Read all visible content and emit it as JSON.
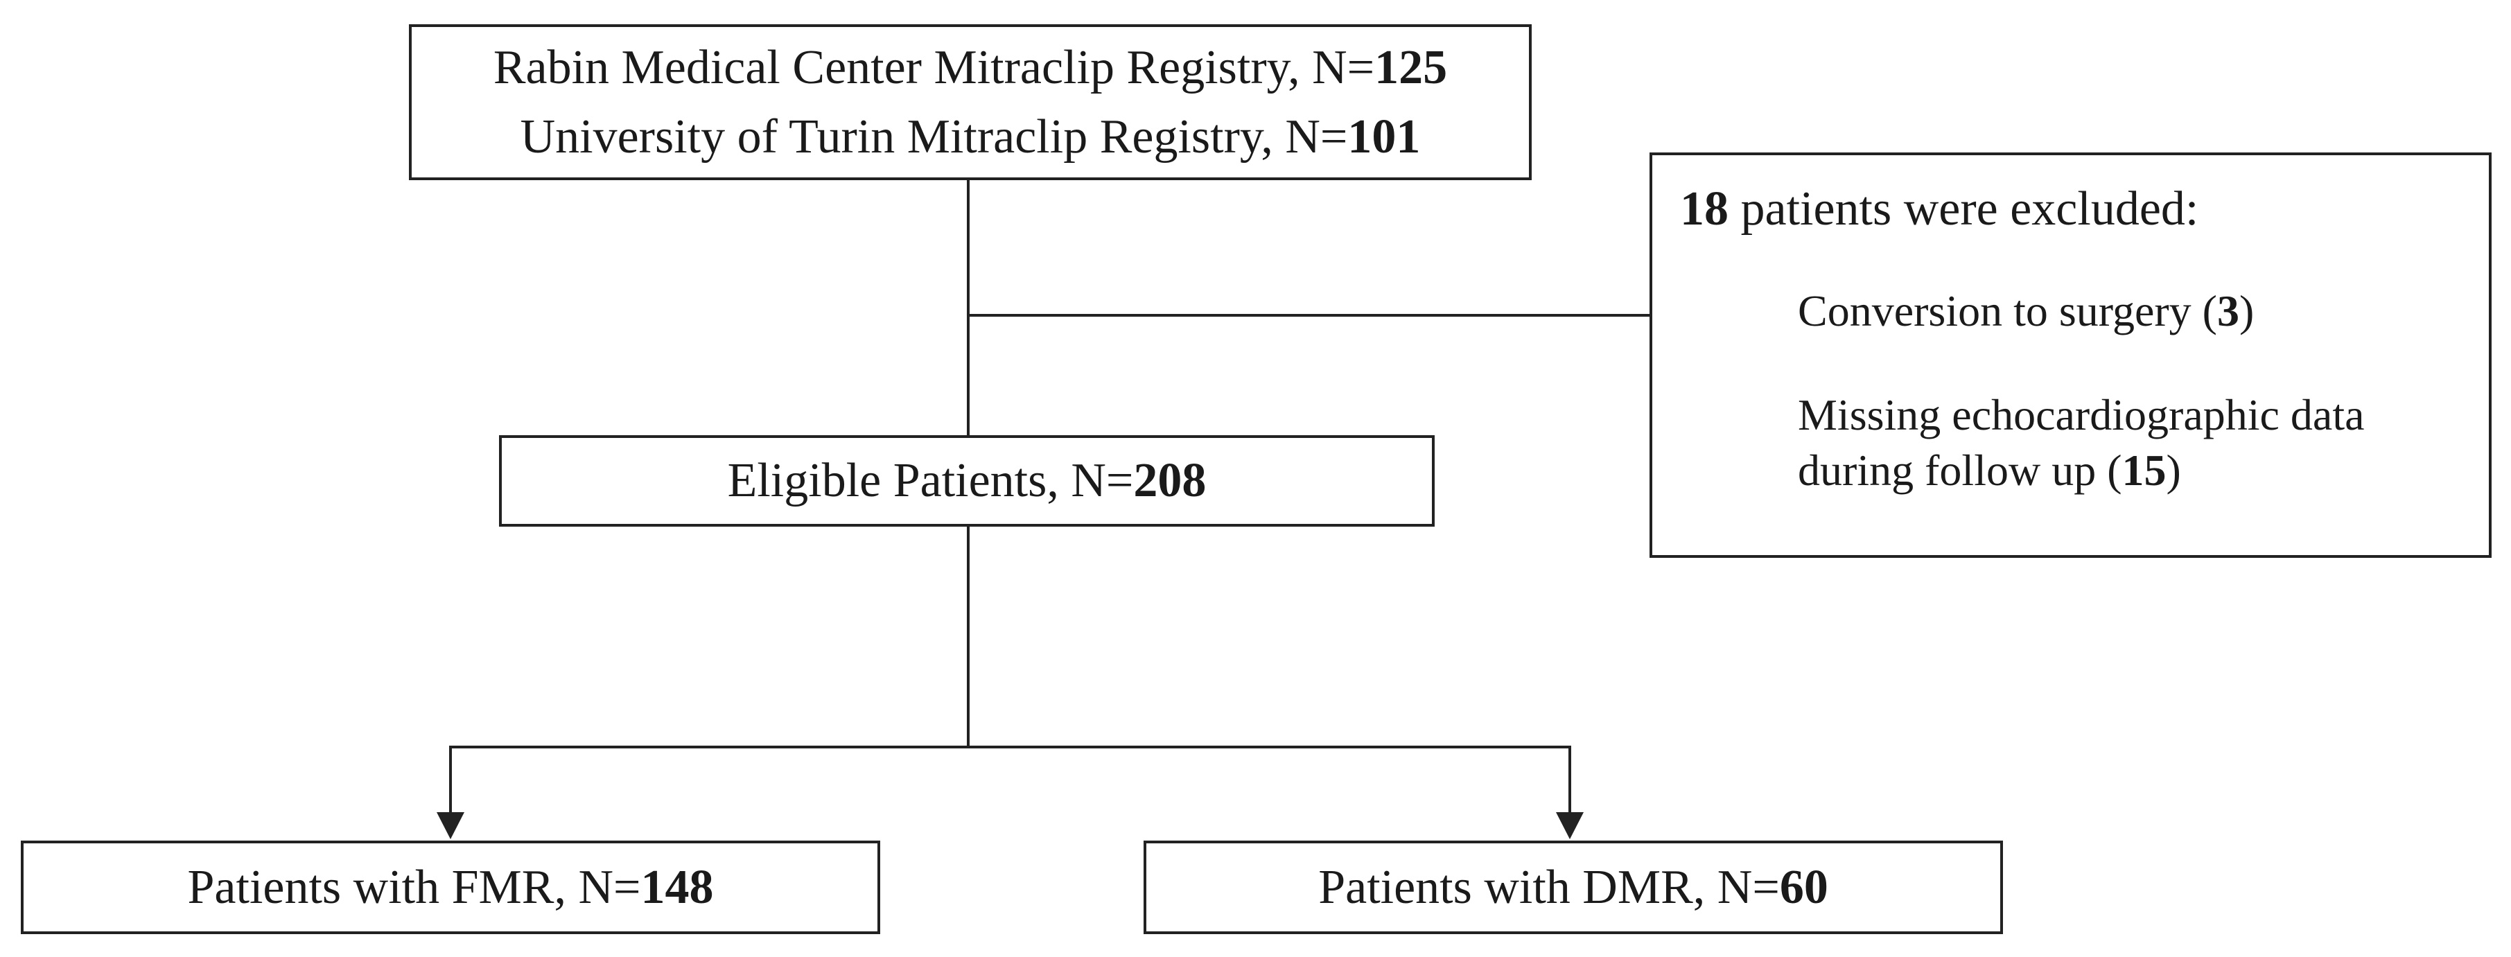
{
  "registry": {
    "line1_prefix": "Rabin Medical Center Mitraclip Registry, N=",
    "line1_count": "125",
    "line2_prefix": "University of Turin Mitraclip Registry, N=",
    "line2_count": "101"
  },
  "excluded": {
    "count": "18",
    "header_suffix": " patients were excluded:",
    "reasons": [
      {
        "text_before": "Conversion to surgery (",
        "count": "3",
        "text_after": ")"
      },
      {
        "line1": "Missing echocardiographic data",
        "text_before": "during follow up (",
        "count": "15",
        "text_after": ")"
      }
    ]
  },
  "eligible": {
    "prefix": "Eligible Patients, N=",
    "count": "208"
  },
  "groups": [
    {
      "prefix": "Patients with FMR, N=",
      "count": "148"
    },
    {
      "prefix": "Patients with DMR, N=",
      "count": "60"
    }
  ],
  "colors": {
    "line": "#222222",
    "text": "#1a1a1a",
    "background": "#ffffff"
  }
}
